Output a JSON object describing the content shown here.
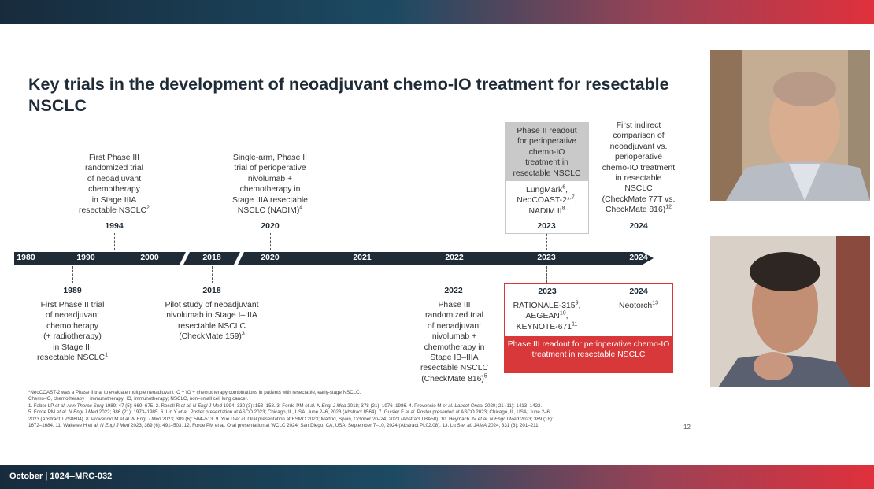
{
  "slide": {
    "title": "Key trials in the development of neoadjuvant chemo-IO treatment for resectable NSCLC",
    "page_number": "12",
    "footer": "October | 1024--MRC-032"
  },
  "axis": [
    "1980",
    "1990",
    "2000",
    "2018",
    "2020",
    "2021",
    "2022",
    "2023",
    "2024"
  ],
  "events_above": [
    {
      "year": "1994",
      "text_html": "First Phase III<br>randomized trial<br>of neoadjuvant<br>chemotherapy<br>in Stage IIIA<br>resectable NSCLC<sup>2</sup>"
    },
    {
      "year": "2020",
      "text_html": "Single-arm, Phase II<br>trial of perioperative<br>nivolumab +<br>chemotherapy in<br>Stage IIIA resectable<br>NSCLC (NADIM)<sup>4</sup>"
    },
    {
      "year": "2023",
      "header_html": "Phase II readout<br>for perioperative<br>chemo-IO<br>treatment in<br>resectable NSCLC",
      "text_html": "LungMark<sup>6</sup>,<br>NeoCOAST-2*<sup>,7</sup>,<br>NADIM II<sup>8</sup>"
    },
    {
      "year": "2024",
      "text_html": "First indirect<br>comparison of<br>neoadjuvant vs.<br>perioperative<br>chemo-IO treatment<br>in resectable<br>NSCLC<br>(CheckMate 77T vs.<br>CheckMate 816)<sup>12</sup>"
    }
  ],
  "events_below": [
    {
      "year": "1989",
      "text_html": "First Phase II trial<br>of neoadjuvant<br>chemotherapy<br>(+ radiotherapy)<br>in Stage III<br>resectable NSCLC<sup>1</sup>"
    },
    {
      "year": "2018",
      "text_html": "Pilot study of neoadjuvant<br>nivolumab in Stage I–IIIA<br>resectable NSCLC<br>(CheckMate 159)<sup>3</sup>"
    },
    {
      "year": "2022",
      "text_html": "Phase III<br>randomized trial<br>of neoadjuvant<br>nivolumab +<br>chemotherapy in<br>Stage IB–IIIA<br>resectable NSCLC<br>(CheckMate 816)<sup>5</sup>"
    },
    {
      "year": "2023",
      "text_html": "RATIONALE-315<sup>9</sup>,<br>AEGEAN<sup>10</sup>,<br>KEYNOTE-671<sup>11</sup>"
    },
    {
      "year": "2024",
      "text_html": "Neotorch<sup>13</sup>"
    }
  ],
  "red_box_footer": "Phase III readout for perioperative chemo-IO treatment in resectable NSCLC",
  "references_html": "*NeoCOAST-2 was a Phase II trial to evaluate multiple neoadjuvant IO + IO + chemotherapy combinations in patients with resectable, early-stage NSCLC.<br>Chemo-IO, chemotherapy + immunotherapy; IO, immunotherapy; NSCLC, non–small cell lung cancer.<br>1. Faber LP <i>et al. Ann Thorac Surg</i> 1989; 47 (5): 669–675. 2. Rosell R <i>et al. N Engl J Med</i> 1994; 330 (3): 153–158. 3. Forde PM <i>et al. N Engl J Med</i> 2018; 378 (21): 1976–1986. 4. Provencio M <i>et al. Lancet Oncol</i> 2020; 21 (11): 1413–1422.<br>5. Forde PM <i>et al. N Engl J Med</i> 2022; 386 (21): 1973–1985. 6. Lin Y <i>et al.</i> Poster presentation at ASCO 2023; Chicago, IL, USA, June 2–6, 2023 (Abstract 8564). 7. Guisier F <i>et al.</i> Poster presented at ASCO 2023; Chicago, IL, USA, June 2–6,<br>2023 (Abstract TPS8604). 8. Provencio M <i>et al. N Engl J Med</i> 2023; 389 (6): 504–513. 9. Yue D <i>et al.</i> Oral presentation at ESMO 2023; Madrid, Spain, October 20–24, 2023 (Abstract LBA58). 10. Heymach JV <i>et al. N Engl J Med</i> 2023; 389 (18):<br>1672–1684. 11. Wakelee H <i>et al. N Engl J Med</i> 2023; 389 (6): 491–503. 12. Forde PM <i>et al.</i> Oral presentation at WCLC 2024; San Diego, CA, USA, September 7–10, 2024 (Abstract PL02.08). 13. Lu S <i>et al. JAMA</i> 2024; 331 (3): 201–211.",
  "participants": [
    {
      "name": "participant-1",
      "background": "#c9b39a"
    },
    {
      "name": "participant-2",
      "background": "#d6cfc6"
    }
  ]
}
